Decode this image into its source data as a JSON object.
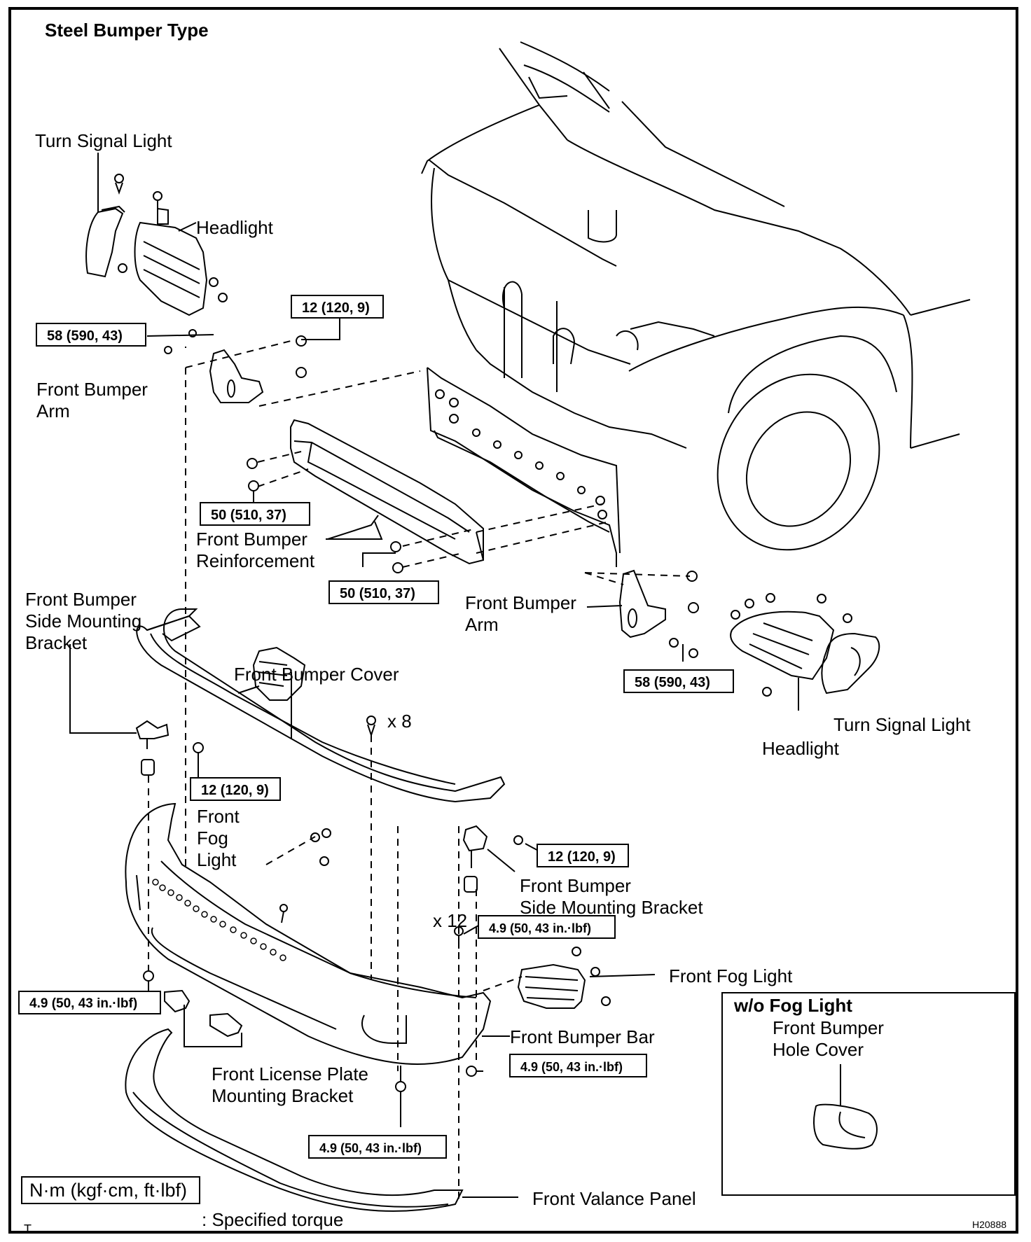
{
  "title": "Steel Bumper Type",
  "parts": {
    "turn_signal_light_left": "Turn Signal Light",
    "headlight_left": "Headlight",
    "front_bumper_arm_left_1": "Front Bumper",
    "front_bumper_arm_left_2": "Arm",
    "front_bumper_reinforcement_1": "Front Bumper",
    "front_bumper_reinforcement_2": "Reinforcement",
    "side_mounting_bracket_left_1": "Front Bumper",
    "side_mounting_bracket_left_2": "Side Mounting",
    "side_mounting_bracket_left_3": "Bracket",
    "front_bumper_cover": "Front Bumper Cover",
    "front_bumper_arm_right_1": "Front Bumper",
    "front_bumper_arm_right_2": "Arm",
    "headlight_right": "Headlight",
    "turn_signal_light_right": "Turn Signal Light",
    "front_fog_light_left_1": "Front",
    "front_fog_light_left_2": "Fog",
    "front_fog_light_left_3": "Light",
    "side_mounting_bracket_right_1": "Front Bumper",
    "side_mounting_bracket_right_2": "Side Mounting Bracket",
    "front_fog_light_right": "Front Fog Light",
    "front_bumper_bar": "Front Bumper Bar",
    "license_plate_bracket_1": "Front License Plate",
    "license_plate_bracket_2": "Mounting Bracket",
    "front_valance_panel": "Front Valance Panel"
  },
  "quantities": {
    "clip_count": "x 8",
    "screw_count": "x 12"
  },
  "torques": {
    "arm_bolt_left": "58 (590, 43)",
    "arm_nut_left": "12 (120, 9)",
    "reinf_nut_left": "50 (510, 37)",
    "reinf_nut_center": "50 (510, 37)",
    "arm_bolt_right": "58 (590, 43)",
    "cover_nut_left": "12 (120, 9)",
    "bracket_nut_right": "12 (120, 9)",
    "screw_right": "4.9 (50, 43 in.·lbf)",
    "bar_nut_left": "4.9 (50, 43 in.·lbf)",
    "bar_nut_right": "4.9 (50, 43 in.·lbf)",
    "valance_bolt": "4.9 (50, 43 in.·lbf)"
  },
  "inset": {
    "heading": "w/o Fog Light",
    "part_1": "Front Bumper",
    "part_2": "Hole Cover"
  },
  "legend": {
    "units": "N·m (kgf·cm, ft·lbf)",
    "meaning": ": Specified torque"
  },
  "footer": {
    "corner_mark": "T",
    "figure_id": "H20888"
  }
}
